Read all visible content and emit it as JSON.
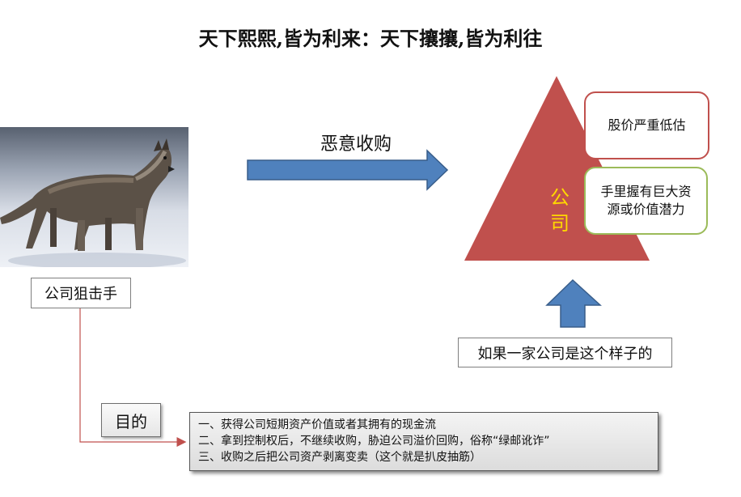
{
  "title": "天下熙熙,皆为利来：天下攘攘,皆为利往",
  "arrow_label": "恶意收购",
  "wolf_caption": "公司狙击手",
  "triangle_label": [
    "公",
    "司"
  ],
  "traits": {
    "undervalued": "股价严重低估",
    "resources_line1": "手里握有巨大资",
    "resources_line2": "源或价值潜力"
  },
  "condition_label": "如果一家公司是这个样子的",
  "purpose_label": "目的",
  "purpose_items": [
    "一、获得公司短期资产价值或者其拥有的现金流",
    "二、拿到控制权后，不继续收购，胁迫公司溢价回购，俗称“绿邮讹诈”",
    "三、收购之后把公司资产剥离变卖（这个就是扒皮抽筋）"
  ],
  "colors": {
    "triangle": "#c0504d",
    "arrow_blue": "#4f81bd",
    "connector": "#c0504d",
    "company_text": "#ffd800",
    "red_border": "#c0504d",
    "green_border": "#9bbb59"
  }
}
